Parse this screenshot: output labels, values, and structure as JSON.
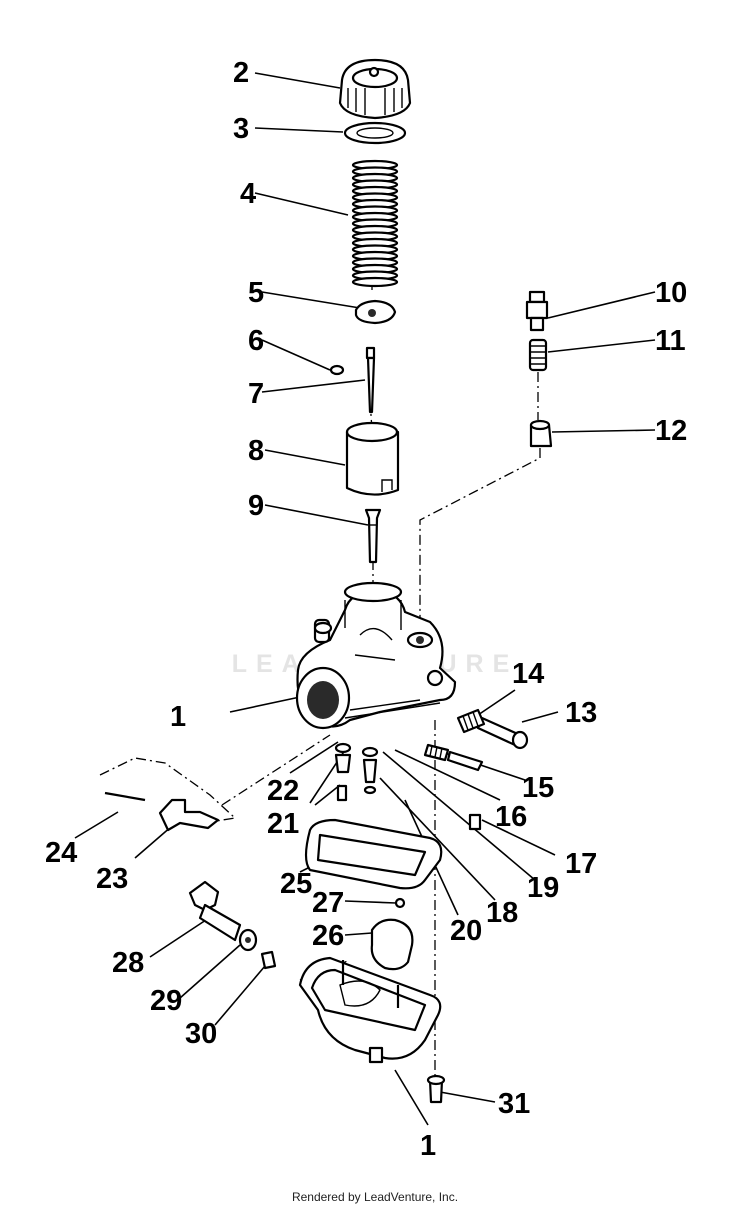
{
  "diagram": {
    "callouts": [
      "1",
      "2",
      "3",
      "4",
      "5",
      "6",
      "7",
      "8",
      "9",
      "10",
      "11",
      "12",
      "13",
      "14",
      "15",
      "16",
      "17",
      "18",
      "19",
      "20",
      "21",
      "22",
      "23",
      "24",
      "25",
      "26",
      "27",
      "28",
      "29",
      "30",
      "31",
      "1"
    ]
  },
  "watermark": "LEADVENTURE",
  "footer": "Rendered by LeadVenture, Inc."
}
